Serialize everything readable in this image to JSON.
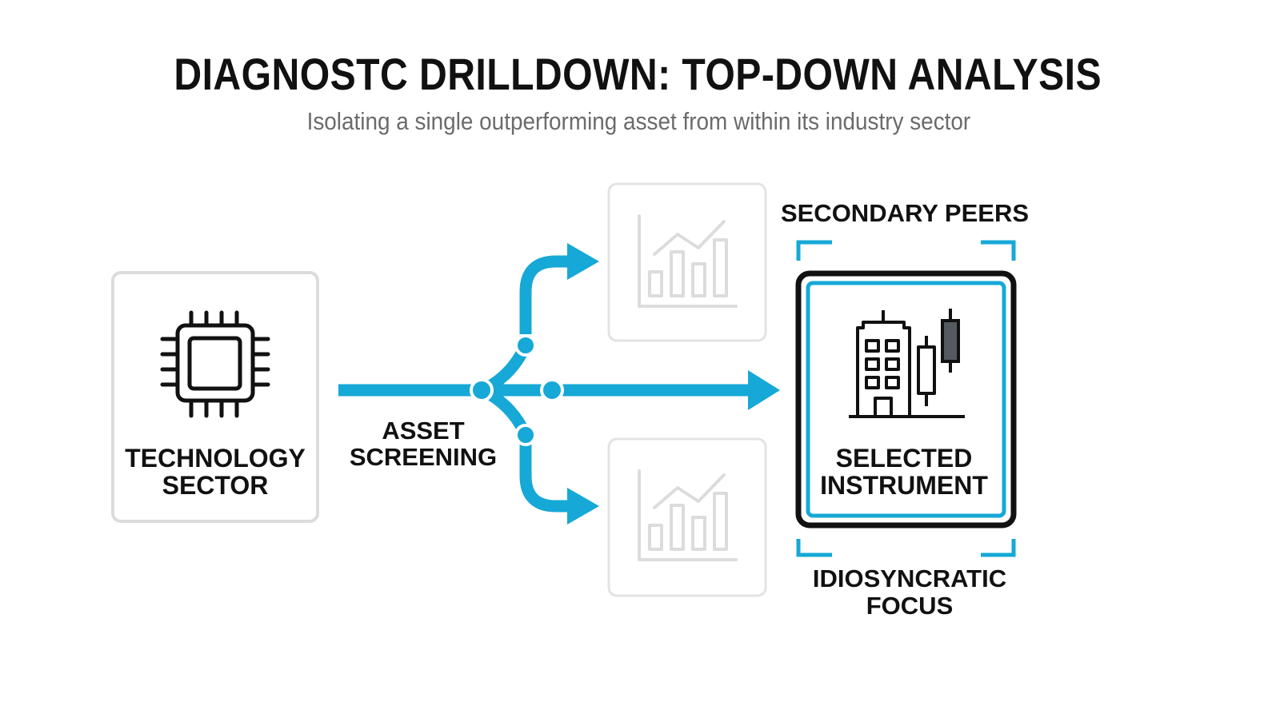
{
  "header": {
    "title": "DIAGNOSTC DRILLDOWN: TOP-DOWN ANALYSIS",
    "subtitle": "Isolating a single outperforming asset from within its industry sector"
  },
  "nodes": {
    "source": {
      "line1": "TECHNOLOGY",
      "line2": "SECTOR",
      "icon": "microchip-icon"
    },
    "process": {
      "line1": "ASSET",
      "line2": "SCREENING"
    },
    "target": {
      "line1": "SELECTED",
      "line2": "INSTRUMENT",
      "icon": "building-candlestick-icon"
    },
    "peers_label": "SECONDARY PEERS",
    "focus": {
      "line1": "IDIOSYNCRATIC",
      "line2": "FOCUS"
    },
    "peer_icon": "bar-chart-icon"
  },
  "colors": {
    "accent": "#16a8d6",
    "ink": "#111111",
    "faded": "#dddddd",
    "subtitle": "#6b6b6b"
  }
}
